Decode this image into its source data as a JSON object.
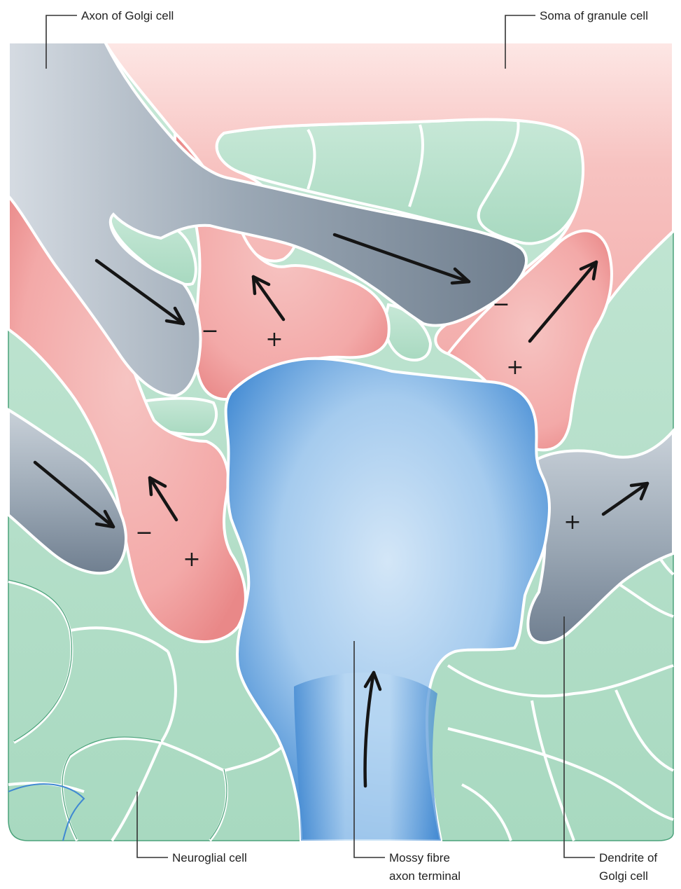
{
  "labels": {
    "axon_golgi": "Axon of Golgi cell",
    "soma_granule": "Soma of granule cell",
    "neuroglial": "Neuroglial cell",
    "mossy_line1": "Mossy fibre",
    "mossy_line2": "axon terminal",
    "dendrite_line1": "Dendrite of",
    "dendrite_line2": "Golgi cell"
  },
  "signs": {
    "plus": "+",
    "minus": "−"
  },
  "colors": {
    "granule_cell": "#f2a7a7",
    "golgi_cell": "#8c9aa8",
    "mossy_fibre": "#4f92d6",
    "neuroglia": "#b7e0cc",
    "membrane": "#ffffff"
  }
}
